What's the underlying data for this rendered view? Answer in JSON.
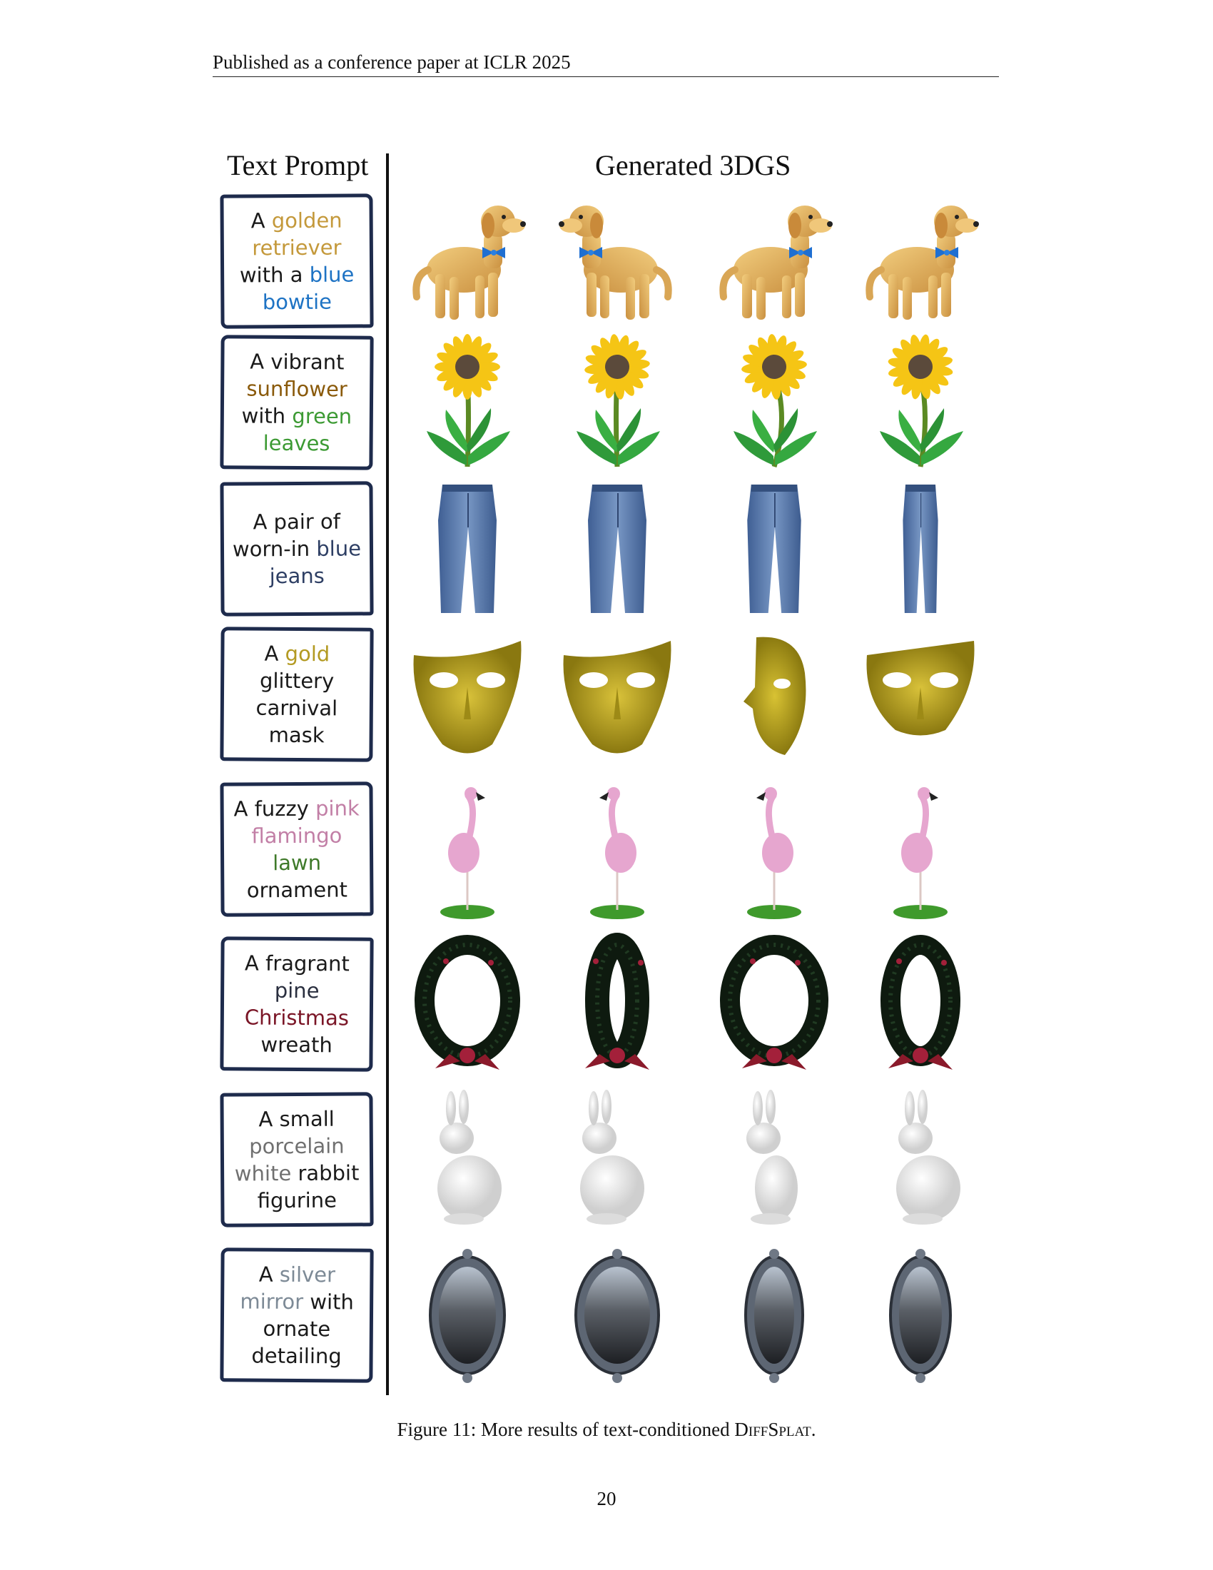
{
  "header": {
    "text": "Published as a conference paper at ICLR 2025"
  },
  "figure": {
    "left_title": "Text Prompt",
    "right_title": "Generated 3DGS",
    "rows": [
      {
        "object": "dog",
        "prompt": [
          {
            "t": "A ",
            "c": "#1a1a1a"
          },
          {
            "t": "golden retriever",
            "c": "#c4993b"
          },
          {
            "t": " with a ",
            "c": "#1a1a1a"
          },
          {
            "t": "blue bowtie",
            "c": "#1e73c4"
          }
        ],
        "icons": [
          "golden-retriever-render-icon",
          "golden-retriever-render-icon",
          "golden-retriever-render-icon",
          "golden-retriever-render-icon"
        ]
      },
      {
        "object": "sunflower",
        "prompt": [
          {
            "t": "A vibrant ",
            "c": "#1a1a1a"
          },
          {
            "t": "sunflower",
            "c": "#8a5a0b"
          },
          {
            "t": " with ",
            "c": "#1a1a1a"
          },
          {
            "t": "green leaves",
            "c": "#3c9a33"
          }
        ],
        "icons": [
          "sunflower-render-icon",
          "sunflower-render-icon",
          "sunflower-render-icon",
          "sunflower-render-icon"
        ]
      },
      {
        "object": "jeans",
        "prompt": [
          {
            "t": "A pair of worn-in ",
            "c": "#1a1a1a"
          },
          {
            "t": "blue jeans",
            "c": "#2e3f64"
          }
        ],
        "icons": [
          "jeans-render-icon",
          "jeans-render-icon",
          "jeans-render-icon",
          "jeans-render-icon"
        ]
      },
      {
        "object": "mask",
        "prompt": [
          {
            "t": "A ",
            "c": "#1a1a1a"
          },
          {
            "t": "gold",
            "c": "#b39a22"
          },
          {
            "t": " glittery carnival mask",
            "c": "#1a1a1a"
          }
        ],
        "icons": [
          "carnival-mask-render-icon",
          "carnival-mask-render-icon",
          "carnival-mask-render-icon",
          "carnival-mask-render-icon"
        ]
      },
      {
        "object": "flamingo",
        "prompt": [
          {
            "t": "A fuzzy ",
            "c": "#1a1a1a"
          },
          {
            "t": "pink flamingo",
            "c": "#c27fa6"
          },
          {
            "t": " ",
            "c": "#1a1a1a"
          },
          {
            "t": "lawn",
            "c": "#3f7a2a"
          },
          {
            "t": " ornament",
            "c": "#1a1a1a"
          }
        ],
        "icons": [
          "flamingo-render-icon",
          "flamingo-render-icon",
          "flamingo-render-icon",
          "flamingo-render-icon"
        ]
      },
      {
        "object": "wreath",
        "prompt": [
          {
            "t": "A fragrant ",
            "c": "#1a1a1a"
          },
          {
            "t": "pine",
            "c": "#2a2f3f"
          },
          {
            "t": " ",
            "c": "#1a1a1a"
          },
          {
            "t": "Christmas",
            "c": "#7a1526"
          },
          {
            "t": " wreath",
            "c": "#1a1a1a"
          }
        ],
        "icons": [
          "christmas-wreath-render-icon",
          "christmas-wreath-render-icon",
          "christmas-wreath-render-icon",
          "christmas-wreath-render-icon"
        ]
      },
      {
        "object": "rabbit",
        "prompt": [
          {
            "t": "A small ",
            "c": "#1a1a1a"
          },
          {
            "t": "porcelain white",
            "c": "#707070"
          },
          {
            "t": " rabbit figurine",
            "c": "#1a1a1a"
          }
        ],
        "icons": [
          "porcelain-rabbit-render-icon",
          "porcelain-rabbit-render-icon",
          "porcelain-rabbit-render-icon",
          "porcelain-rabbit-render-icon"
        ]
      },
      {
        "object": "mirror",
        "prompt": [
          {
            "t": "A ",
            "c": "#1a1a1a"
          },
          {
            "t": "silver mirror",
            "c": "#7d8a96"
          },
          {
            "t": " with ornate detailing",
            "c": "#1a1a1a"
          }
        ],
        "icons": [
          "silver-mirror-render-icon",
          "silver-mirror-render-icon",
          "silver-mirror-render-icon",
          "silver-mirror-render-icon"
        ]
      }
    ]
  },
  "caption": {
    "prefix": "Figure 11: More results of text-conditioned ",
    "name": "DiffSplat",
    "suffix": "."
  },
  "page_number": "20"
}
